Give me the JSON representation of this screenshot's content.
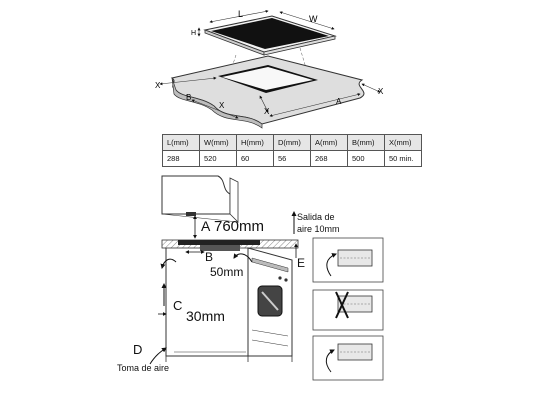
{
  "hob_labels": {
    "length": "L",
    "width": "W",
    "height": "H",
    "cutout_x_left": "X",
    "cutout_x_front_left": "X",
    "cutout_x_front": "X",
    "cutout_x_right": "X",
    "cutout_a": "A",
    "cutout_b": "B"
  },
  "spec_table": {
    "headers": [
      "L(mm)",
      "W(mm)",
      "H(mm)",
      "D(mm)",
      "A(mm)",
      "B(mm)",
      "X(mm)"
    ],
    "values": [
      "288",
      "520",
      "60",
      "56",
      "268",
      "500",
      "50 min."
    ]
  },
  "install": {
    "a_letter": "A",
    "a_value": "760mm",
    "b_letter": "B",
    "b_value": "50mm",
    "c_letter": "C",
    "c_value": "30mm",
    "d_letter": "D",
    "d_caption": "Toma de aire",
    "e_letter": "E",
    "e_caption_line1": "Salida de",
    "e_caption_line2": "aire 10mm"
  }
}
